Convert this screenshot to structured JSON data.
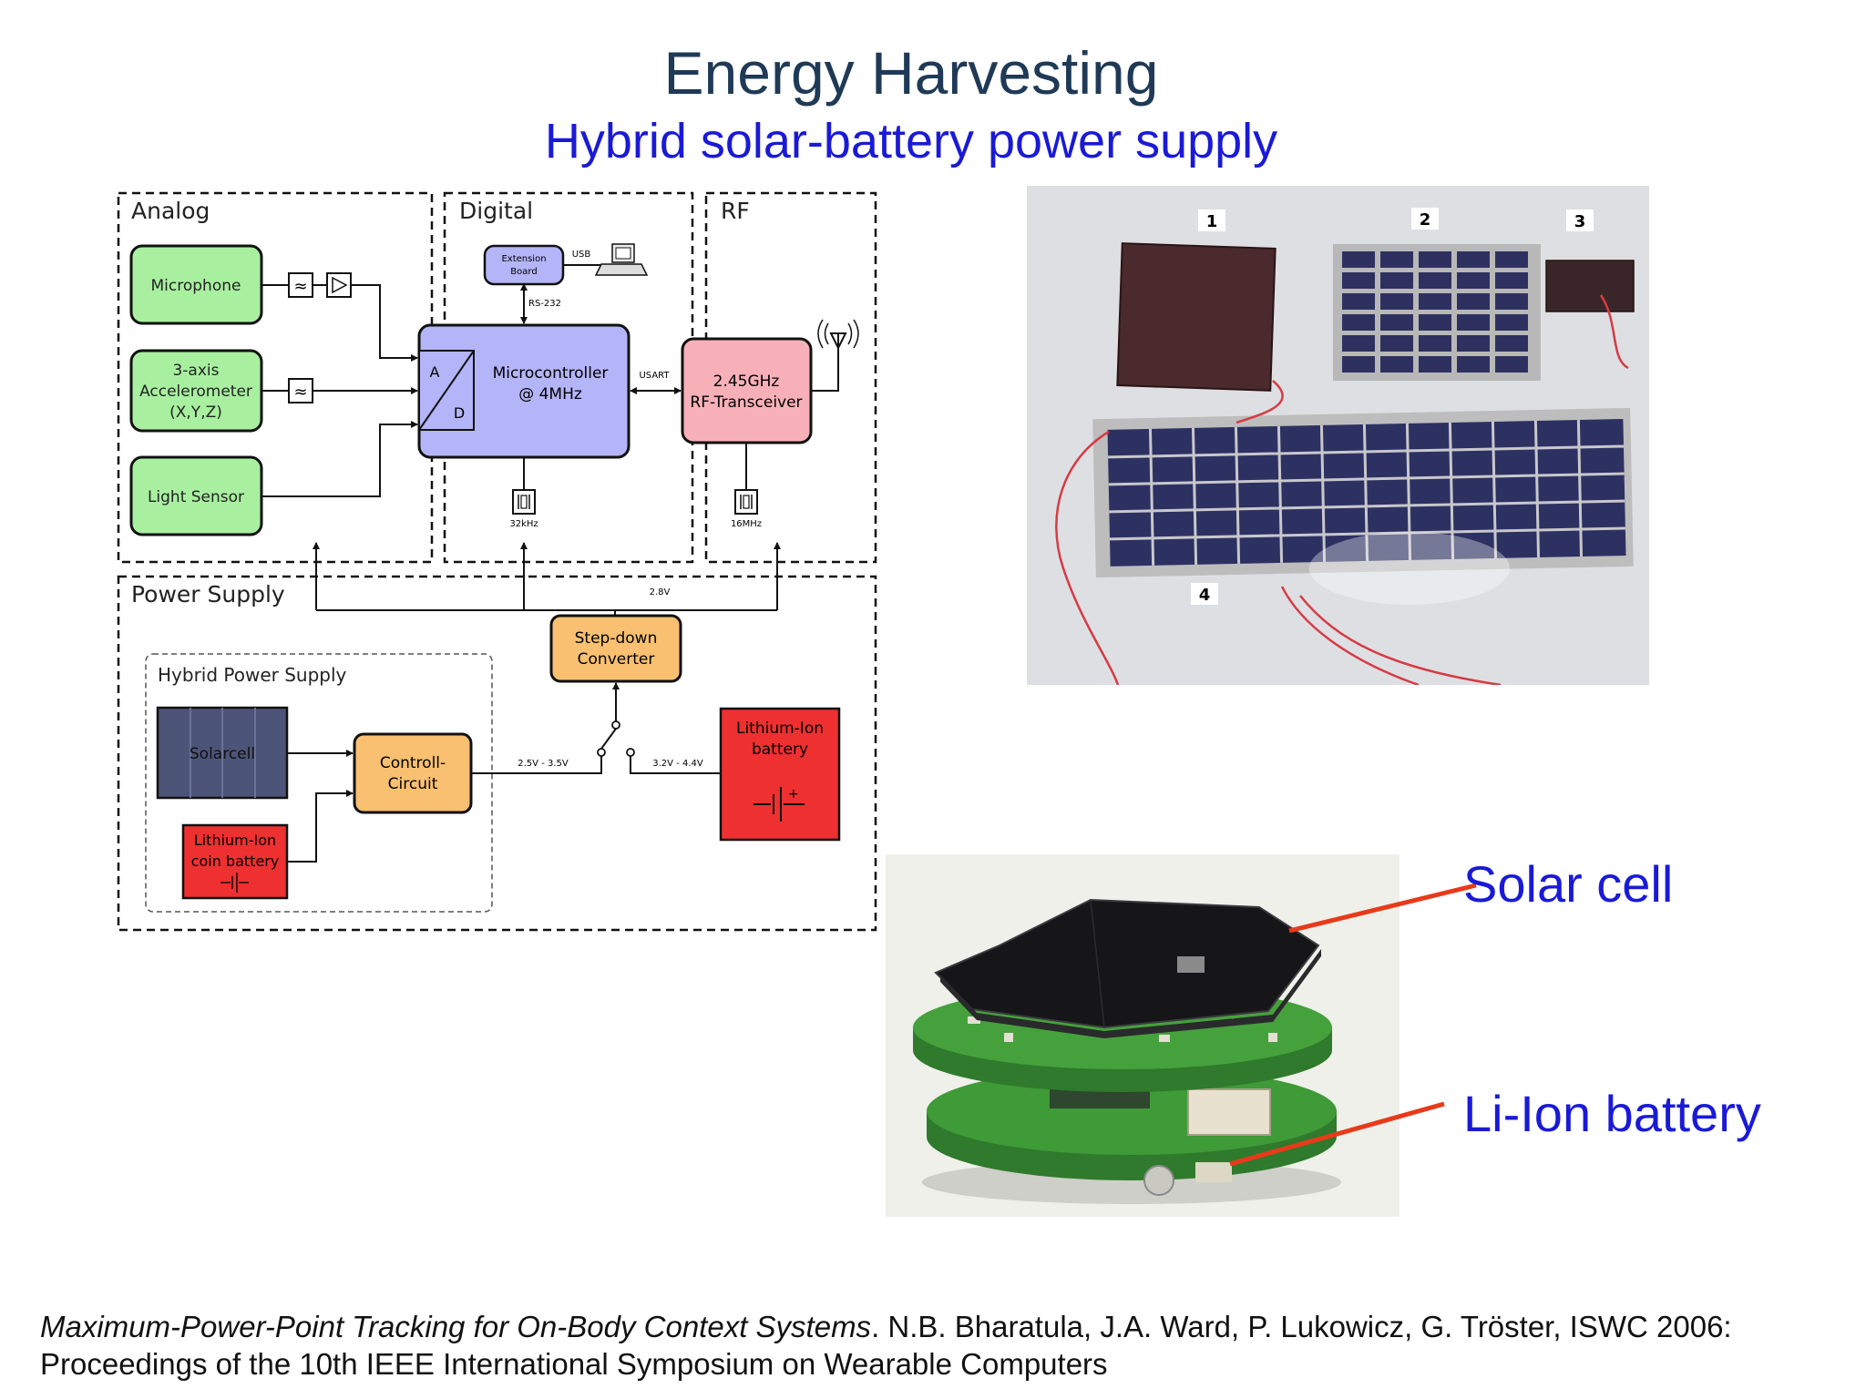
{
  "slide": {
    "title": "Energy Harvesting",
    "subtitle": "Hybrid solar-battery power supply"
  },
  "diagram": {
    "sections": {
      "analog": "Analog",
      "digital": "Digital",
      "rf": "RF",
      "power_supply": "Power Supply",
      "hybrid_power_supply": "Hybrid Power Supply"
    },
    "blocks": {
      "microphone": "Microphone",
      "accelerometer": [
        "3-axis",
        "Accelerometer",
        "(X,Y,Z)"
      ],
      "light_sensor": "Light Sensor",
      "extension_board": [
        "Extension",
        "Board"
      ],
      "microcontroller": [
        "Microcontroller",
        "@ 4MHz"
      ],
      "adc_a": "A",
      "adc_d": "D",
      "rf_transceiver": [
        "2.45GHz",
        "RF-Transceiver"
      ],
      "step_down": [
        "Step-down",
        "Converter"
      ],
      "solarcell": "Solarcell",
      "control_circuit": [
        "Controll-",
        "Circuit"
      ],
      "coin_battery": [
        "Lithium-Ion",
        "coin battery"
      ],
      "li_ion_battery": [
        "Lithium-Ion",
        "battery"
      ]
    },
    "signals": {
      "usb": "USB",
      "rs232": "RS-232",
      "usart": "USART",
      "clk_mcu": "32kHz",
      "clk_rf": "16MHz",
      "rail": "2.8V",
      "solar_range": "2.5V - 3.5V",
      "battery_range": "3.2V - 4.4V"
    },
    "colors": {
      "sensor_green": "#a8f0a0",
      "mcu_blue": "#b4b4f8",
      "rf_pink": "#f8b0b8",
      "orange": "#f8c070",
      "battery_red": "#ee3030",
      "solar_navy": "#4c5478"
    }
  },
  "photos": {
    "panel_numbers": [
      "1",
      "2",
      "3",
      "4"
    ]
  },
  "callouts": {
    "solar_cell": "Solar cell",
    "li_ion_battery": "Li-Ion battery",
    "line_color": "#e83a1a"
  },
  "citation": {
    "title": "Maximum-Power-Point Tracking for On-Body Context Systems",
    "rest": ". N.B. Bharatula, J.A. Ward, P. Lukowicz, G. Tröster, ISWC 2006: Proceedings of the 10th IEEE International Symposium on Wearable Computers"
  }
}
